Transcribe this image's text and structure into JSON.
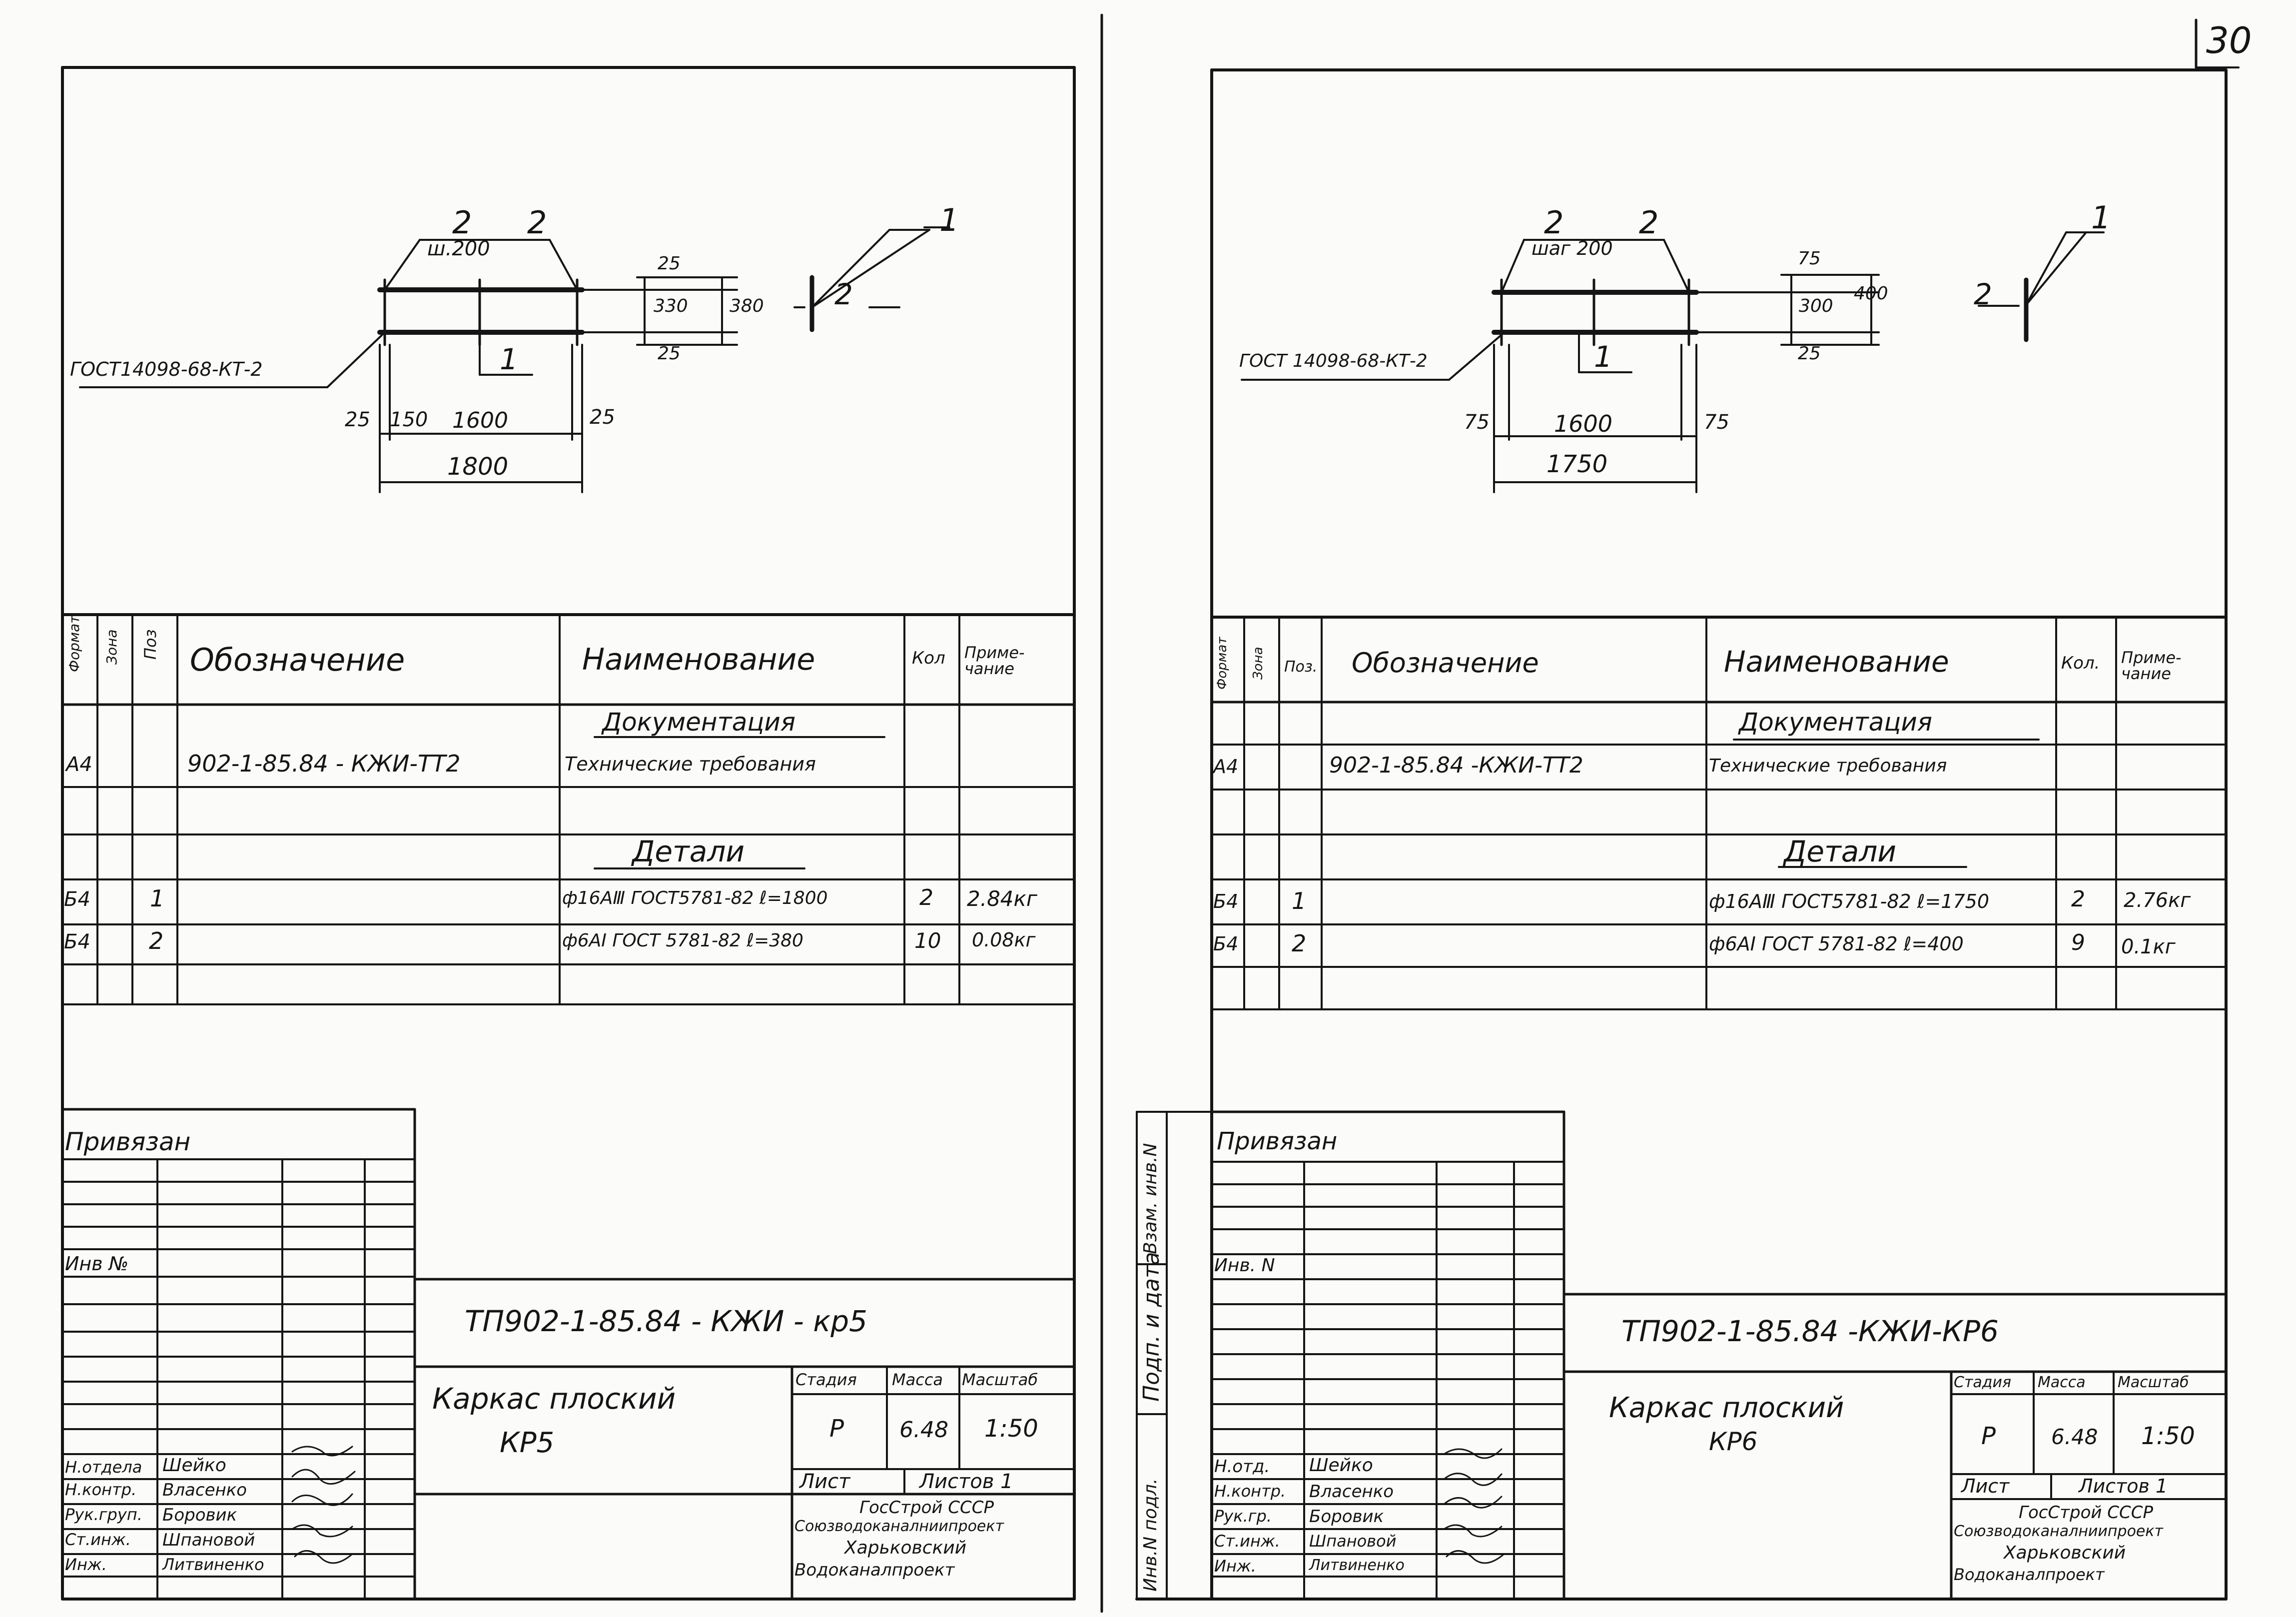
{
  "page_number": "30",
  "sheets": [
    {
      "id": "left",
      "drawing": {
        "bar2_labels": [
          "2",
          "2"
        ],
        "step_label": "ш.200",
        "gost_label": "ГОСТ14098-68-КТ-2",
        "pos1_label": "1",
        "dim_top_small": "25",
        "dim_middle": "330",
        "dim_total_height": "380",
        "dim_bottom_small": "25",
        "dim_left_end": "25",
        "dim_first_step": "150",
        "dim_span": "1600",
        "dim_right_end": "25",
        "dim_total_length": "1800",
        "section_label_1": "1",
        "section_label_2": "2"
      },
      "table": {
        "headers": {
          "format": "Формат",
          "zone": "Зона",
          "pos": "Поз",
          "designation": "Обозначение",
          "name": "Наименование",
          "qty": "Кол",
          "note": "Приме-чание"
        },
        "section_docs": "Документация",
        "doc_row": {
          "format": "А4",
          "designation": "902-1-85.84 - КЖИ-ТТ2",
          "name": "Технические требования"
        },
        "section_parts": "Детали",
        "rows": [
          {
            "format": "Б4",
            "pos": "1",
            "name": "ф16АⅢ ГОСТ5781-82 ℓ=1800",
            "qty": "2",
            "note": "2.84кг"
          },
          {
            "format": "Б4",
            "pos": "2",
            "name": "ф6АⅠ ГОСТ 5781-82 ℓ=380",
            "qty": "10",
            "note": "0.08кг"
          }
        ]
      },
      "title_block": {
        "privyazan": "Привязан",
        "inv_label": "Инв №",
        "code": "ТП902-1-85.84 - КЖИ - кр5",
        "name_line1": "Каркас плоский",
        "name_line2": "КР5",
        "stage_header": "Стадия",
        "mass_header": "Масса",
        "scale_header": "Масштаб",
        "stage": "Р",
        "mass": "6.48",
        "scale": "1:50",
        "sheet_label": "Лист",
        "sheets_label": "Листов 1",
        "org_line1": "ГосСтрой СССР",
        "org_line2": "Союзводоканалниипроект",
        "org_line3": "Харьковский",
        "org_line4": "Водоканалпроект",
        "signatures": [
          {
            "role": "Н.отдела",
            "name": "Шейко"
          },
          {
            "role": "Н.контр.",
            "name": "Власенко"
          },
          {
            "role": "Рук.груп.",
            "name": "Боровик"
          },
          {
            "role": "Ст.инж.",
            "name": "Шпановой"
          },
          {
            "role": "Инж.",
            "name": "Литвиненко"
          }
        ]
      }
    },
    {
      "id": "right",
      "drawing": {
        "bar2_labels": [
          "2",
          "2"
        ],
        "step_label": "шаг 200",
        "gost_label": "ГОСТ 14098-68-КТ-2",
        "pos1_label": "1",
        "dim_top_small": "75",
        "dim_middle": "300",
        "dim_total_height": "400",
        "dim_bottom_small": "25",
        "dim_left_end": "75",
        "dim_span": "1600",
        "dim_right_end": "75",
        "dim_total_length": "1750",
        "section_label_1": "1",
        "section_label_2": "2"
      },
      "table": {
        "headers": {
          "format": "Формат",
          "zone": "Зона",
          "pos": "Поз.",
          "designation": "Обозначение",
          "name": "Наименование",
          "qty": "Кол.",
          "note": "Приме-чание"
        },
        "section_docs": "Документация",
        "doc_row": {
          "format": "А4",
          "designation": "902-1-85.84 -КЖИ-ТТ2",
          "name": "Технические требования"
        },
        "section_parts": "Детали",
        "rows": [
          {
            "format": "Б4",
            "pos": "1",
            "name": "ф16АⅢ ГОСТ5781-82 ℓ=1750",
            "qty": "2",
            "note": "2.76кг"
          },
          {
            "format": "Б4",
            "pos": "2",
            "name": "ф6АⅠ ГОСТ 5781-82 ℓ=400",
            "qty": "9",
            "note": "0.1кг"
          }
        ]
      },
      "title_block": {
        "privyazan": "Привязан",
        "inv_label": "Инв. N",
        "code": "ТП902-1-85.84 -КЖИ-КР6",
        "name_line1": "Каркас плоский",
        "name_line2": "КР6",
        "stage_header": "Стадия",
        "mass_header": "Масса",
        "scale_header": "Масштаб",
        "stage": "Р",
        "mass": "6.48",
        "scale": "1:50",
        "sheet_label": "Лист",
        "sheets_label": "Листов 1",
        "org_line1": "ГосСтрой СССР",
        "org_line2": "Союзводоканалниипроект",
        "org_line3": "Харьковский",
        "org_line4": "Водоканалпроект",
        "signatures": [
          {
            "role": "Н.отд.",
            "name": "Шейко"
          },
          {
            "role": "Н.контр.",
            "name": "Власенко"
          },
          {
            "role": "Рук.гр.",
            "name": "Боровик"
          },
          {
            "role": "Ст.инж.",
            "name": "Шпановой"
          },
          {
            "role": "Инж.",
            "name": "Литвиненко"
          }
        ]
      },
      "side_stamp": {
        "cell1": "Инв.N подл.",
        "cell2": "Подп. и дата",
        "cell3": "Взам. инв.N"
      }
    }
  ]
}
